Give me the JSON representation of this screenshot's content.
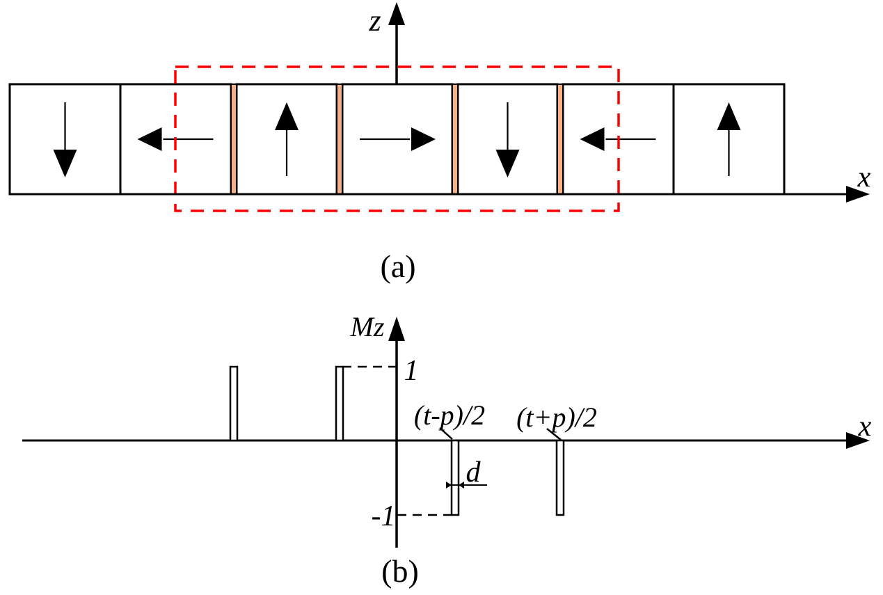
{
  "figure": {
    "background_color": "#ffffff",
    "stroke_color": "#000000",
    "unit_cell_outline_color": "#ff0000",
    "spacer_color": "#f5b183"
  },
  "panel_a": {
    "caption": "(a)",
    "z_axis_label": "z",
    "x_axis_label": "x",
    "magnet_blocks": [
      {
        "magnetization": "down"
      },
      {
        "magnetization": "left"
      },
      {
        "magnetization": "up"
      },
      {
        "magnetization": "right"
      },
      {
        "magnetization": "down"
      },
      {
        "magnetization": "left"
      },
      {
        "magnetization": "up"
      }
    ],
    "spacer_count": 4
  },
  "panel_b": {
    "caption": "(b)",
    "y_axis_label": "Mz",
    "x_axis_label": "x",
    "positive_level_label": "1",
    "negative_level_label": "-1",
    "first_negative_pulse_label": "(t-p)/2",
    "second_negative_pulse_label": "(t+p)/2",
    "pulse_width_label": "d",
    "pulses": [
      {
        "value": 1
      },
      {
        "value": 1
      },
      {
        "value": -1
      },
      {
        "value": -1
      }
    ]
  },
  "chart_data": {
    "type": "pulse",
    "xlabel": "x",
    "ylabel": "Mz",
    "ylim": [
      -1,
      1
    ],
    "pulses": [
      {
        "position": "spacer-1",
        "value": 1
      },
      {
        "position": "spacer-2",
        "value": 1
      },
      {
        "position": "spacer-3",
        "value": -1,
        "x_label": "(t-p)/2"
      },
      {
        "position": "spacer-4",
        "value": -1,
        "x_label": "(t+p)/2"
      }
    ],
    "annotations": [
      "1",
      "-1",
      "(t-p)/2",
      "(t+p)/2",
      "d"
    ]
  }
}
